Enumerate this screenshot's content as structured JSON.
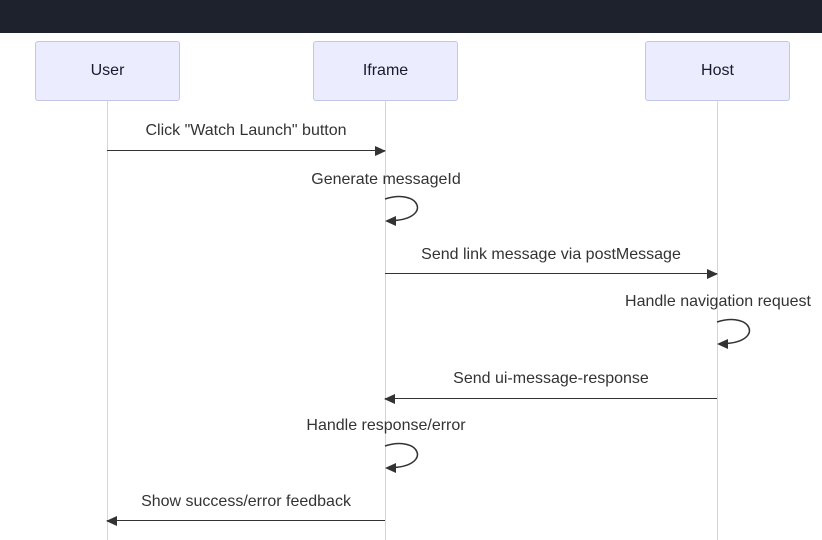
{
  "top_bar": {
    "color": "#1e222c"
  },
  "diagram": {
    "type": "sequence-diagram",
    "background": "#ffffff",
    "colors": {
      "actor_fill": "#ececff",
      "actor_border": "#c5c5e8",
      "lifeline_color": "#d2d2ec",
      "message_color": "#333333"
    },
    "actors": [
      {
        "id": "user",
        "label": "User"
      },
      {
        "id": "iframe",
        "label": "Iframe"
      },
      {
        "id": "host",
        "label": "Host"
      }
    ],
    "messages": [
      {
        "from": "User",
        "to": "Iframe",
        "type": "solid-arrow",
        "direction": "right",
        "label": "Click \"Watch Launch\" button"
      },
      {
        "from": "Iframe",
        "to": "Iframe",
        "type": "self-loop",
        "direction": "self",
        "label": "Generate messageId"
      },
      {
        "from": "Iframe",
        "to": "Host",
        "type": "solid-arrow",
        "direction": "right",
        "label": "Send link message via postMessage"
      },
      {
        "from": "Host",
        "to": "Host",
        "type": "self-loop",
        "direction": "self",
        "label": "Handle navigation request"
      },
      {
        "from": "Host",
        "to": "Iframe",
        "type": "solid-arrow",
        "direction": "left",
        "label": "Send ui-message-response"
      },
      {
        "from": "Iframe",
        "to": "Iframe",
        "type": "self-loop",
        "direction": "self",
        "label": "Handle response/error"
      },
      {
        "from": "Iframe",
        "to": "User",
        "type": "solid-arrow",
        "direction": "left",
        "label": "Show success/error feedback"
      }
    ]
  }
}
